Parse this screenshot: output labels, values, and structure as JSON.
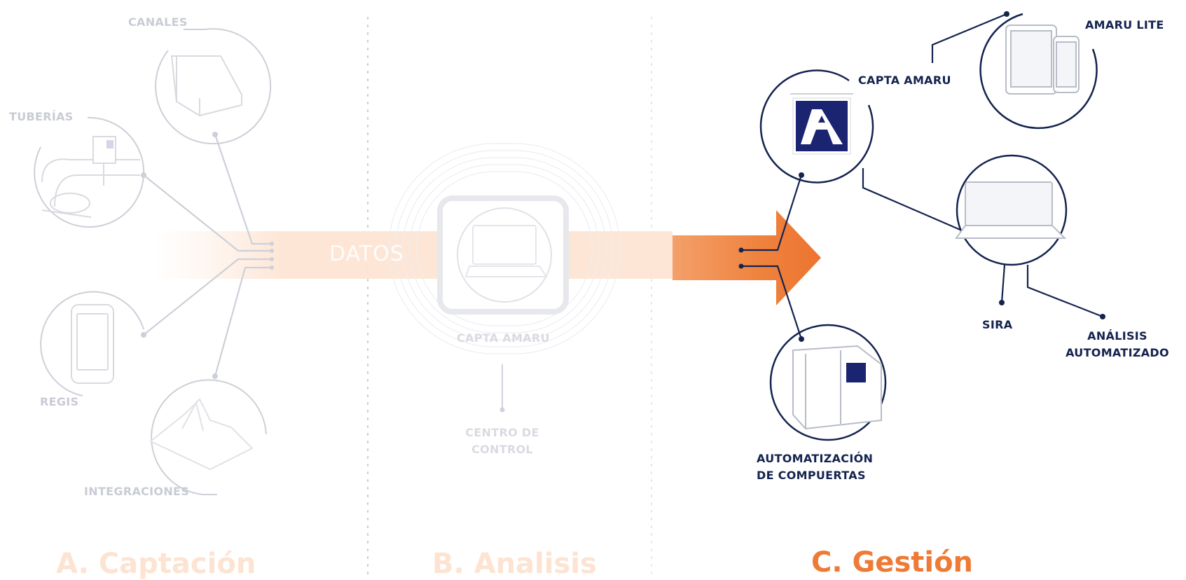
{
  "sections": {
    "a": "A. Captación",
    "b": "B. Analisis",
    "c": "C. Gestión"
  },
  "flow_label": "DATOS",
  "captacion": {
    "canales": "CANALES",
    "tuberias": "TUBERÍAS",
    "regis": "REGIS",
    "integraciones": "INTEGRACIONES"
  },
  "analisis": {
    "capta_amaru": "CAPTA AMARU",
    "centro_line1": "CENTRO DE",
    "centro_line2": "CONTROL"
  },
  "gestion": {
    "capta_amaru": "CAPTA AMARU",
    "amaru_lite": "AMARU LITE",
    "sira": "SIRA",
    "analisis_line1": "ANÁLISIS",
    "analisis_line2": "AUTOMATIZADO",
    "automatizacion_line1": "AUTOMATIZACIÓN",
    "automatizacion_line2": "DE COMPUERTAS"
  },
  "logo_letter": "A",
  "colors": {
    "navy": "#14234f",
    "orange": "#ee7a35",
    "faint_gray": "#c9ccd4",
    "faded_orange": "#fde3d1"
  }
}
